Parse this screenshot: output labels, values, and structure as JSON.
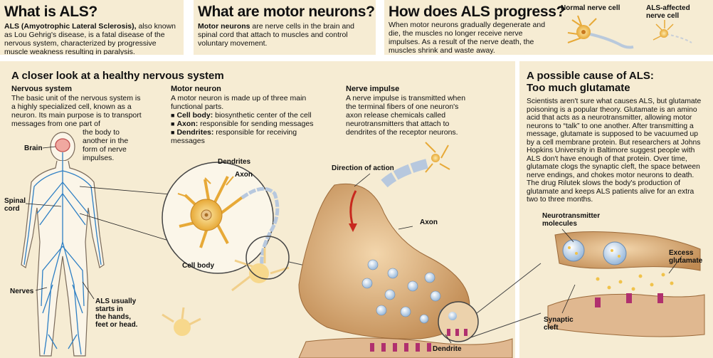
{
  "panels": {
    "what_is_als": {
      "title": "What is ALS?",
      "term": "ALS (Amyotrophic Lateral Sclerosis),",
      "body": " also known as Lou Gehrig's disease, is a fatal disease of the nervous system, characterized by progressive muscle weakness resulting in paralysis."
    },
    "motor_neurons": {
      "title": "What are motor neurons?",
      "term": "Motor neurons",
      "body": " are nerve cells in the brain and spinal cord that attach to muscles and control voluntary movement."
    },
    "progress": {
      "title": "How does ALS progress?",
      "body": "When motor neurons gradually degenerate and die, the muscles no longer receive nerve impulses. As a result of the nerve death, the muscles shrink and waste away.",
      "normal_cell": "Normal nerve cell",
      "affected_cell_1": "ALS-affected",
      "affected_cell_2": "nerve cell"
    }
  },
  "healthy": {
    "title": "A closer look at a healthy nervous system",
    "nervous_system": {
      "heading": "Nervous system",
      "body_1": "The basic unit of the nervous system is a highly specialized cell, known as a neuron. Its  main purpose is to transport messages from one part of",
      "body_2": "the body to another in the form of nerve impulses."
    },
    "motor_neuron": {
      "heading": "Motor neuron",
      "intro": "A motor neuron is made up of three main functional parts.",
      "parts": [
        {
          "term": "Cell body:",
          "desc": " biosynthetic center of the cell"
        },
        {
          "term": "Axon:",
          "desc": " responsible for sending messages"
        },
        {
          "term": "Dendrites:",
          "desc": " responsible for receiving messages"
        }
      ]
    },
    "impulse": {
      "heading": "Nerve impulse",
      "body": "A nerve impulse is transmitted when the terminal fibers of one neuron's axon release chemicals called neurotransmitters that attach to dendrites of the receptor neurons."
    }
  },
  "cause": {
    "title_1": "A possible cause of ALS:",
    "title_2": "Too much glutamate",
    "body": "Scientists aren't sure what causes ALS, but glutamate poisoning is a popular theory. Glutamate is an amino acid that acts as a neurotransmitter, allowing motor neurons to “talk” to one another. After transmitting a message, glutamate is supposed to be vacuumed up by a cell membrane protein. But researchers at Johns Hopkins University in Baltimore suggest people with ALS don't have enough of that protein. Over time, glutamate clogs the synaptic cleft, the space between nerve endings, and chokes motor neurons to death. The drug Rilutek slows the body's production of glutamate and keeps ALS patients alive for an extra two to three months."
  },
  "labels": {
    "brain": "Brain",
    "spinal_1": "Spinal",
    "spinal_2": "cord",
    "nerves": "Nerves",
    "als_1": "ALS usually",
    "als_2": "starts in",
    "als_3": "the hands,",
    "als_4": "feet or head.",
    "dendrites": "Dendrites",
    "axon": "Axon",
    "cell_body": "Cell body",
    "direction": "Direction of action",
    "axon2": "Axon",
    "dendrite": "Dendrite",
    "nt_1": "Neurotransmitter",
    "nt_2": "molecules",
    "excess_1": "Excess",
    "excess_2": "glutamate",
    "cleft_1": "Synaptic",
    "cleft_2": "cleft"
  },
  "colors": {
    "panel_bg": "#f6ecd3",
    "nerve_blue": "#2d7fc4",
    "cell_yellow": "#f1c15a",
    "terminal_tan": "#d6a46c",
    "arrow_red": "#c8281e",
    "receptor_magenta": "#b0306e"
  }
}
